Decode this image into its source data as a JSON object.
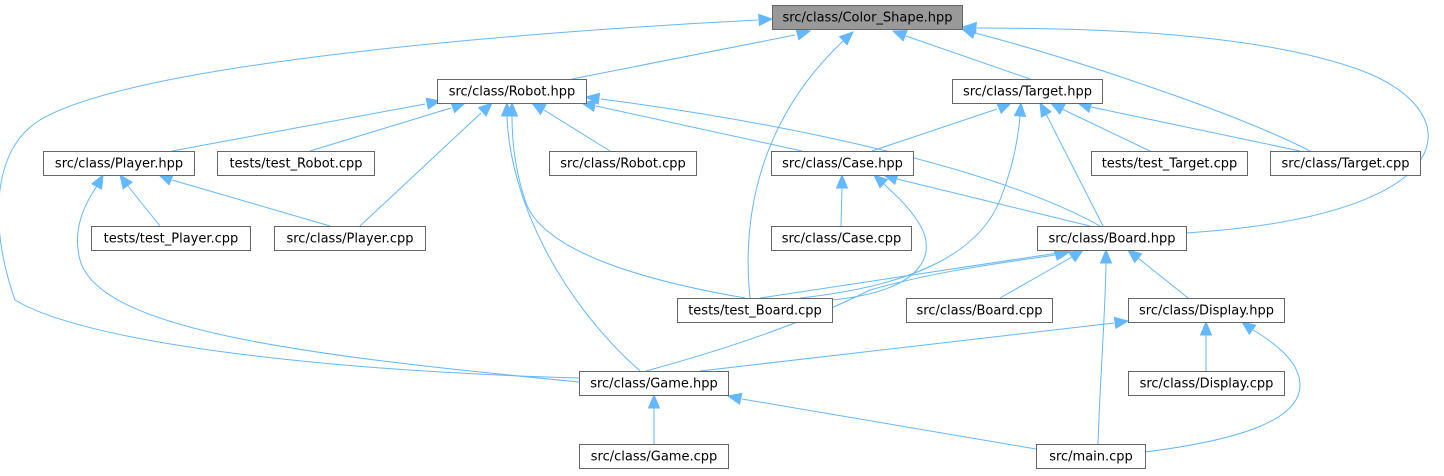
{
  "diagram": {
    "edge_color": "#63b8ff",
    "node_border_color": "#666666",
    "root_fill_color": "#999999",
    "nodes": [
      {
        "id": "color_shape",
        "label": "src/class/Color_Shape.hpp",
        "root": true
      },
      {
        "id": "robot_hpp",
        "label": "src/class/Robot.hpp"
      },
      {
        "id": "target_hpp",
        "label": "src/class/Target.hpp"
      },
      {
        "id": "player_hpp",
        "label": "src/class/Player.hpp"
      },
      {
        "id": "test_robot",
        "label": "tests/test_Robot.cpp"
      },
      {
        "id": "robot_cpp",
        "label": "src/class/Robot.cpp"
      },
      {
        "id": "case_hpp",
        "label": "src/class/Case.hpp"
      },
      {
        "id": "test_target",
        "label": "tests/test_Target.cpp"
      },
      {
        "id": "target_cpp",
        "label": "src/class/Target.cpp"
      },
      {
        "id": "test_player",
        "label": "tests/test_Player.cpp"
      },
      {
        "id": "player_cpp",
        "label": "src/class/Player.cpp"
      },
      {
        "id": "case_cpp",
        "label": "src/class/Case.cpp"
      },
      {
        "id": "board_hpp",
        "label": "src/class/Board.hpp"
      },
      {
        "id": "test_board",
        "label": "tests/test_Board.cpp"
      },
      {
        "id": "board_cpp",
        "label": "src/class/Board.cpp"
      },
      {
        "id": "display_hpp",
        "label": "src/class/Display.hpp"
      },
      {
        "id": "game_hpp",
        "label": "src/class/Game.hpp"
      },
      {
        "id": "display_cpp",
        "label": "src/class/Display.cpp"
      },
      {
        "id": "game_cpp",
        "label": "src/class/Game.cpp"
      },
      {
        "id": "main_cpp",
        "label": "src/main.cpp"
      }
    ],
    "edges": [
      {
        "from": "robot_hpp",
        "to": "color_shape"
      },
      {
        "from": "target_hpp",
        "to": "color_shape"
      },
      {
        "from": "target_cpp",
        "to": "color_shape"
      },
      {
        "from": "board_hpp",
        "to": "color_shape"
      },
      {
        "from": "test_board",
        "to": "color_shape"
      },
      {
        "from": "game_hpp",
        "to": "color_shape"
      },
      {
        "from": "player_hpp",
        "to": "robot_hpp"
      },
      {
        "from": "test_robot",
        "to": "robot_hpp"
      },
      {
        "from": "robot_cpp",
        "to": "robot_hpp"
      },
      {
        "from": "case_hpp",
        "to": "robot_hpp"
      },
      {
        "from": "board_hpp",
        "to": "robot_hpp"
      },
      {
        "from": "player_cpp",
        "to": "robot_hpp"
      },
      {
        "from": "test_board",
        "to": "robot_hpp"
      },
      {
        "from": "game_hpp",
        "to": "robot_hpp"
      },
      {
        "from": "case_hpp",
        "to": "target_hpp"
      },
      {
        "from": "test_target",
        "to": "target_hpp"
      },
      {
        "from": "target_cpp",
        "to": "target_hpp"
      },
      {
        "from": "board_hpp",
        "to": "target_hpp"
      },
      {
        "from": "test_board",
        "to": "target_hpp"
      },
      {
        "from": "test_player",
        "to": "player_hpp"
      },
      {
        "from": "player_cpp",
        "to": "player_hpp"
      },
      {
        "from": "game_hpp",
        "to": "player_hpp"
      },
      {
        "from": "case_cpp",
        "to": "case_hpp"
      },
      {
        "from": "board_hpp",
        "to": "case_hpp"
      },
      {
        "from": "test_board",
        "to": "case_hpp"
      },
      {
        "from": "test_board",
        "to": "board_hpp"
      },
      {
        "from": "board_cpp",
        "to": "board_hpp"
      },
      {
        "from": "display_hpp",
        "to": "board_hpp"
      },
      {
        "from": "game_hpp",
        "to": "board_hpp"
      },
      {
        "from": "main_cpp",
        "to": "board_hpp"
      },
      {
        "from": "game_hpp",
        "to": "display_hpp"
      },
      {
        "from": "display_cpp",
        "to": "display_hpp"
      },
      {
        "from": "main_cpp",
        "to": "display_hpp"
      },
      {
        "from": "game_cpp",
        "to": "game_hpp"
      },
      {
        "from": "main_cpp",
        "to": "game_hpp"
      }
    ]
  }
}
